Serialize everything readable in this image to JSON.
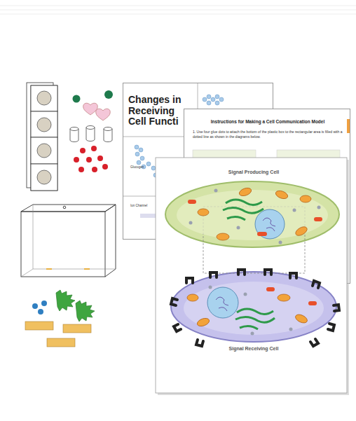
{
  "diagram": {
    "nodes": [
      {
        "text": [
          "Changes in Receiving Cell Functi"
        ]
      },
      {
        "text": [
          "Instructions for Making a Cell Communication Model",
          "1. Use four glue dots to attach the bottom of the plastic box to the rectangular area is filled with a dotted line as shown in the diagrams below."
        ]
      },
      {
        "text": [
          "Signal Producing Cell"
        ]
      },
      {
        "text": [
          "Signal Receiving Cell"
        ]
      }
    ],
    "labels": [
      "Glucogen",
      "Ion Channel"
    ]
  }
}
